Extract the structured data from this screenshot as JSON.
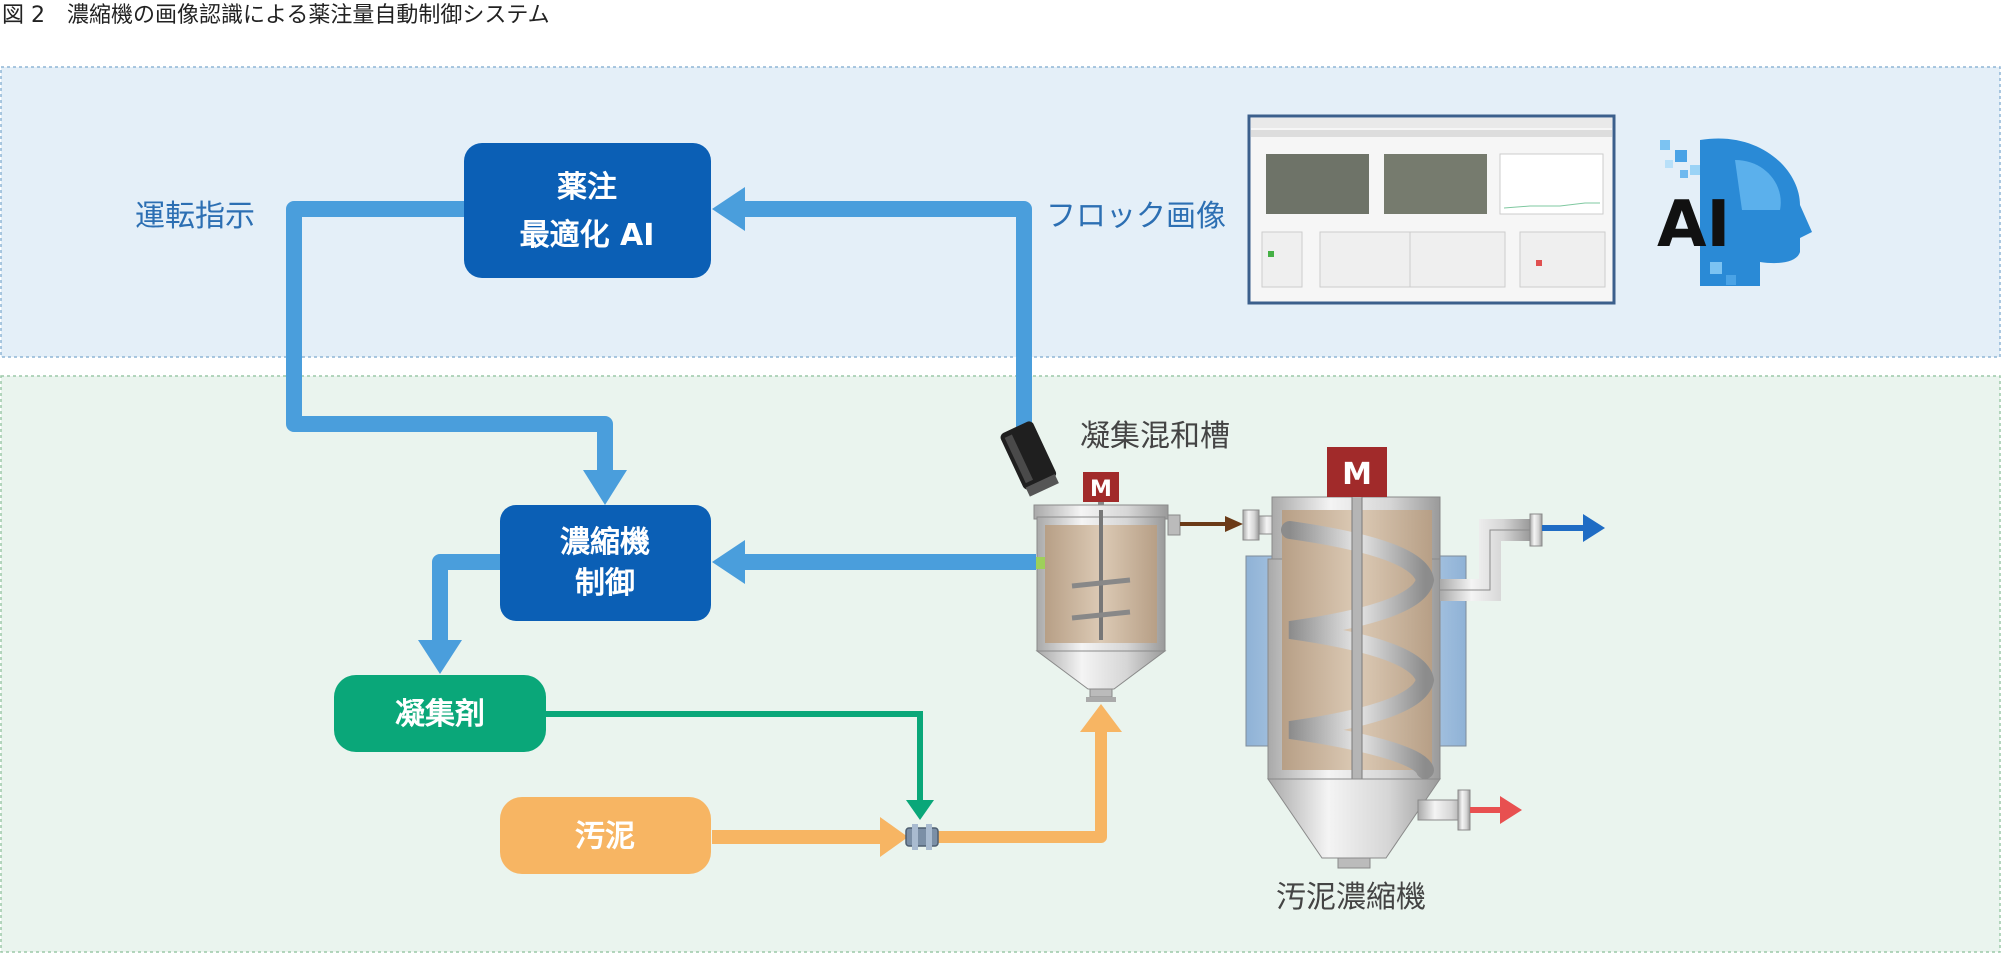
{
  "caption": "図 2　濃縮機の画像認識による薬注量自動制御システム",
  "labels": {
    "operation_instruction": "運転指示",
    "floc_image": "フロック画像",
    "mixing_tank": "凝集混和槽",
    "thickener": "汚泥濃縮機"
  },
  "boxes": {
    "ai_line1": "薬注",
    "ai_line2": "最適化 AI",
    "control_line1": "濃縮機",
    "control_line2": "制御",
    "coagulant": "凝集剤",
    "sludge": "汚泥"
  },
  "motor_letter": "M",
  "ai_logo_text": "AI",
  "colors": {
    "top_zone": "#e4eff8",
    "bottom_zone": "#eaf4ee",
    "zone_border_top": "#8fb6d6",
    "zone_border_bottom": "#9cc9a8",
    "ai_box": "#0b5fb5",
    "control_box": "#0b5fb5",
    "coagulant_box": "#0aa779",
    "sludge_box": "#f7b563",
    "signal_arrow": "#4a9edc",
    "label_blue": "#2c6fb3",
    "coagulant_line": "#0aa779",
    "sludge_line": "#f7b563",
    "motor": "#a12a2a",
    "outlet_brown": "#6b3a17",
    "outlet_blue": "#1f6cc4",
    "outlet_red": "#e85050"
  }
}
